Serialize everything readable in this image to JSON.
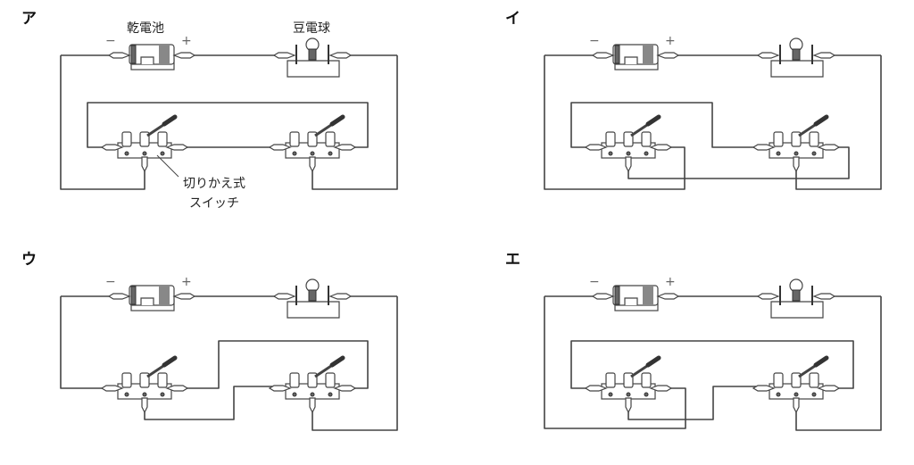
{
  "labels": {
    "battery": "乾電池",
    "bulb": "豆電球",
    "switch_line1": "切りかえ式",
    "switch_line2": "スイッチ",
    "minus": "−",
    "plus": "+"
  },
  "panels": [
    {
      "id": "a",
      "label": "ア"
    },
    {
      "id": "i",
      "label": "イ"
    },
    {
      "id": "u",
      "label": "ウ"
    },
    {
      "id": "e",
      "label": "エ"
    }
  ],
  "colors": {
    "line": "#444444",
    "background": "#ffffff"
  }
}
